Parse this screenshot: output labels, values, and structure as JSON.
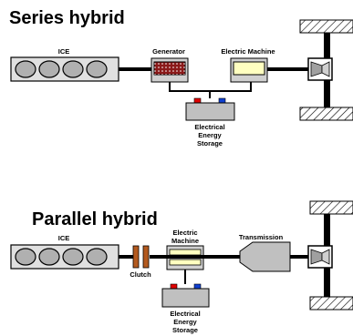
{
  "series": {
    "title": "Series hybrid",
    "ice_label": "ICE",
    "generator_label": "Generator",
    "electric_machine_label": "Electric Machine",
    "storage_label_line1": "Electrical",
    "storage_label_line2": "Energy",
    "storage_label_line3": "Storage"
  },
  "parallel": {
    "title": "Parallel hybrid",
    "ice_label": "ICE",
    "clutch_label": "Clutch",
    "electric_machine_line1": "Electric",
    "electric_machine_line2": "Machine",
    "transmission_label": "Transmission",
    "storage_label_line1": "Electrical",
    "storage_label_line2": "Energy",
    "storage_label_line3": "Storage"
  },
  "colors": {
    "generator": "#8b1a1a",
    "electric_machine": "#ffffc0",
    "component_gray": "#c0c0c0",
    "clutch": "#b35a1f",
    "terminal_red": "#e00000",
    "terminal_blue": "#1040d0"
  }
}
